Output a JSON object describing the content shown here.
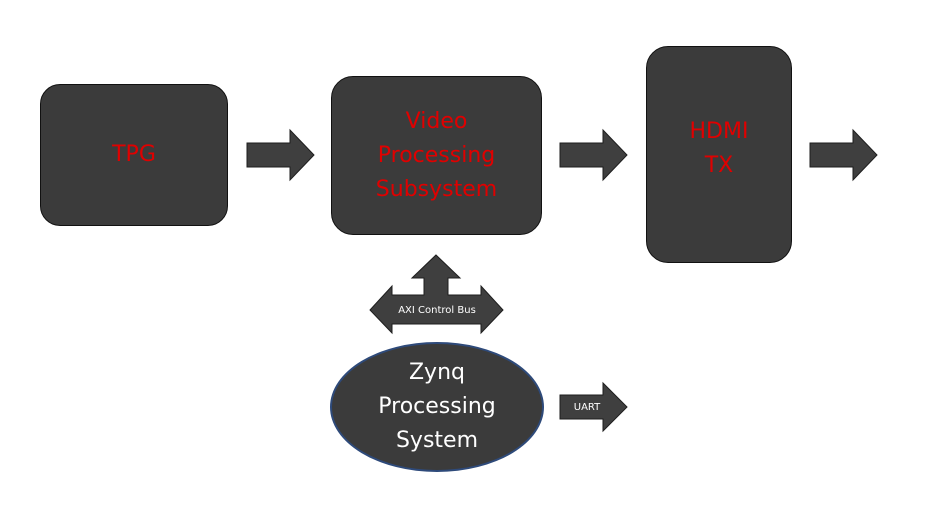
{
  "blocks": {
    "tpg": "TPG",
    "vps": "Video\nProcessing\nSubsystem",
    "hdmi": "HDMI\nTX",
    "zynq": "Zynq\nProcessing\nSystem"
  },
  "labels": {
    "axi": "AXI Control Bus",
    "uart": "UART"
  },
  "colors": {
    "block_fill": "#3b3b3b",
    "block_text": "#e00000",
    "zynq_text": "#ffffff",
    "zynq_border": "#2e4a7a",
    "arrow_fill": "#3f3f3f"
  }
}
